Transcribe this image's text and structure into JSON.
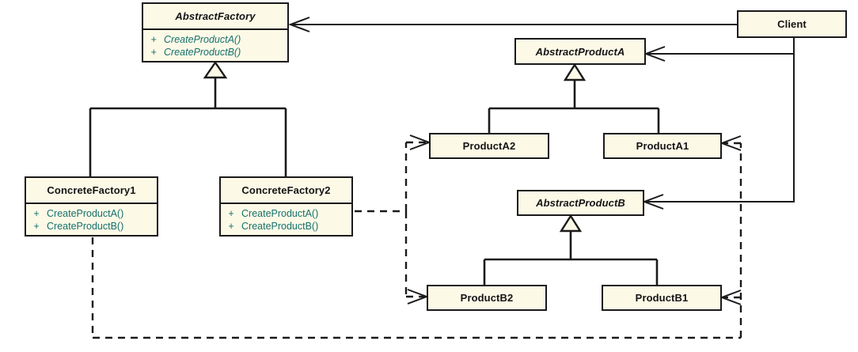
{
  "diagram": {
    "kind": "uml-class-diagram",
    "pattern_name": "Abstract Factory",
    "colors": {
      "box_fill": "#fdf9e7",
      "box_border": "#1a1a1a",
      "title_text": "#141414",
      "member_text": "#15706b",
      "edge": "#1a1a1a",
      "background": "#ffffff"
    }
  },
  "classes": {
    "abstract_factory": {
      "name": "AbstractFactory",
      "stereotype": "abstract",
      "members": [
        {
          "visibility": "+",
          "signature": "CreateProductA()"
        },
        {
          "visibility": "+",
          "signature": "CreateProductB()"
        }
      ]
    },
    "concrete_factory1": {
      "name": "ConcreteFactory1",
      "stereotype": "concrete",
      "members": [
        {
          "visibility": "+",
          "signature": "CreateProductA()"
        },
        {
          "visibility": "+",
          "signature": "CreateProductB()"
        }
      ]
    },
    "concrete_factory2": {
      "name": "ConcreteFactory2",
      "stereotype": "concrete",
      "members": [
        {
          "visibility": "+",
          "signature": "CreateProductA()"
        },
        {
          "visibility": "+",
          "signature": "CreateProductB()"
        }
      ]
    },
    "abstract_product_a": {
      "name": "AbstractProductA",
      "stereotype": "abstract"
    },
    "abstract_product_b": {
      "name": "AbstractProductB",
      "stereotype": "abstract"
    },
    "product_a1": {
      "name": "ProductA1",
      "stereotype": "concrete"
    },
    "product_a2": {
      "name": "ProductA2",
      "stereotype": "concrete"
    },
    "product_b1": {
      "name": "ProductB1",
      "stereotype": "concrete"
    },
    "product_b2": {
      "name": "ProductB2",
      "stereotype": "concrete"
    },
    "client": {
      "name": "Client",
      "stereotype": "concrete"
    }
  },
  "relationships": [
    {
      "type": "generalization",
      "from": "ConcreteFactory1",
      "to": "AbstractFactory"
    },
    {
      "type": "generalization",
      "from": "ConcreteFactory2",
      "to": "AbstractFactory"
    },
    {
      "type": "generalization",
      "from": "ProductA1",
      "to": "AbstractProductA"
    },
    {
      "type": "generalization",
      "from": "ProductA2",
      "to": "AbstractProductA"
    },
    {
      "type": "generalization",
      "from": "ProductB1",
      "to": "AbstractProductB"
    },
    {
      "type": "generalization",
      "from": "ProductB2",
      "to": "AbstractProductB"
    },
    {
      "type": "association",
      "from": "Client",
      "to": "AbstractFactory"
    },
    {
      "type": "association",
      "from": "Client",
      "to": "AbstractProductA"
    },
    {
      "type": "association",
      "from": "Client",
      "to": "AbstractProductB"
    },
    {
      "type": "dependency",
      "from": "ConcreteFactory1",
      "to": "ProductA1"
    },
    {
      "type": "dependency",
      "from": "ConcreteFactory1",
      "to": "ProductB1"
    },
    {
      "type": "dependency",
      "from": "ConcreteFactory2",
      "to": "ProductA2"
    },
    {
      "type": "dependency",
      "from": "ConcreteFactory2",
      "to": "ProductB2"
    }
  ]
}
